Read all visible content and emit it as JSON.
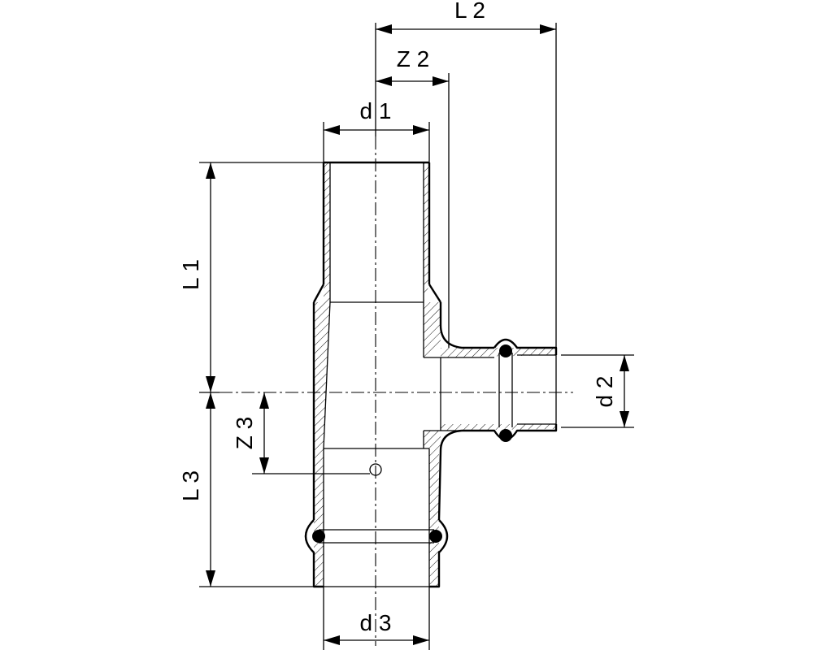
{
  "diagram": {
    "labels": {
      "L1": "L 1",
      "L2": "L 2",
      "L3": "L 3",
      "Z2": "Z 2",
      "Z3": "Z 3",
      "d1": "d 1",
      "d2": "d 2",
      "d3": "d 3"
    }
  }
}
